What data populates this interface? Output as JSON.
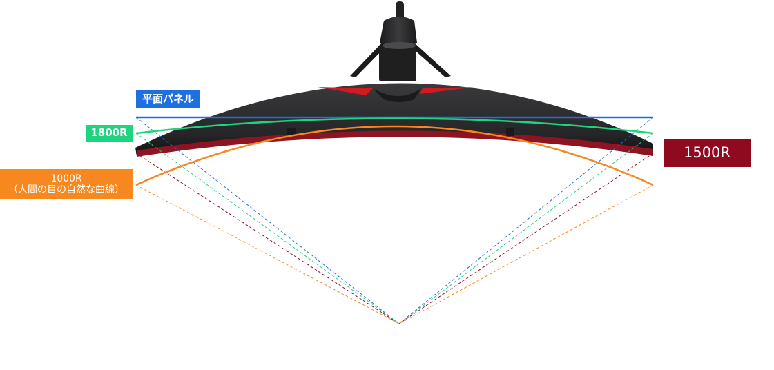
{
  "labels": {
    "flat": "平面パネル",
    "r1800": "1800R",
    "r1000_line1": "1000R",
    "r1000_line2": "（人間の目の自然な曲線）",
    "r1500": "1500R"
  },
  "colors": {
    "flat": "#1e6fe0",
    "r1800": "#1ed47f",
    "r1000": "#f7881f",
    "r1500": "#8f0a1f",
    "monitor_body": "#2a2a2c",
    "monitor_shadow": "#111113",
    "accent_red": "#d11a22"
  }
}
